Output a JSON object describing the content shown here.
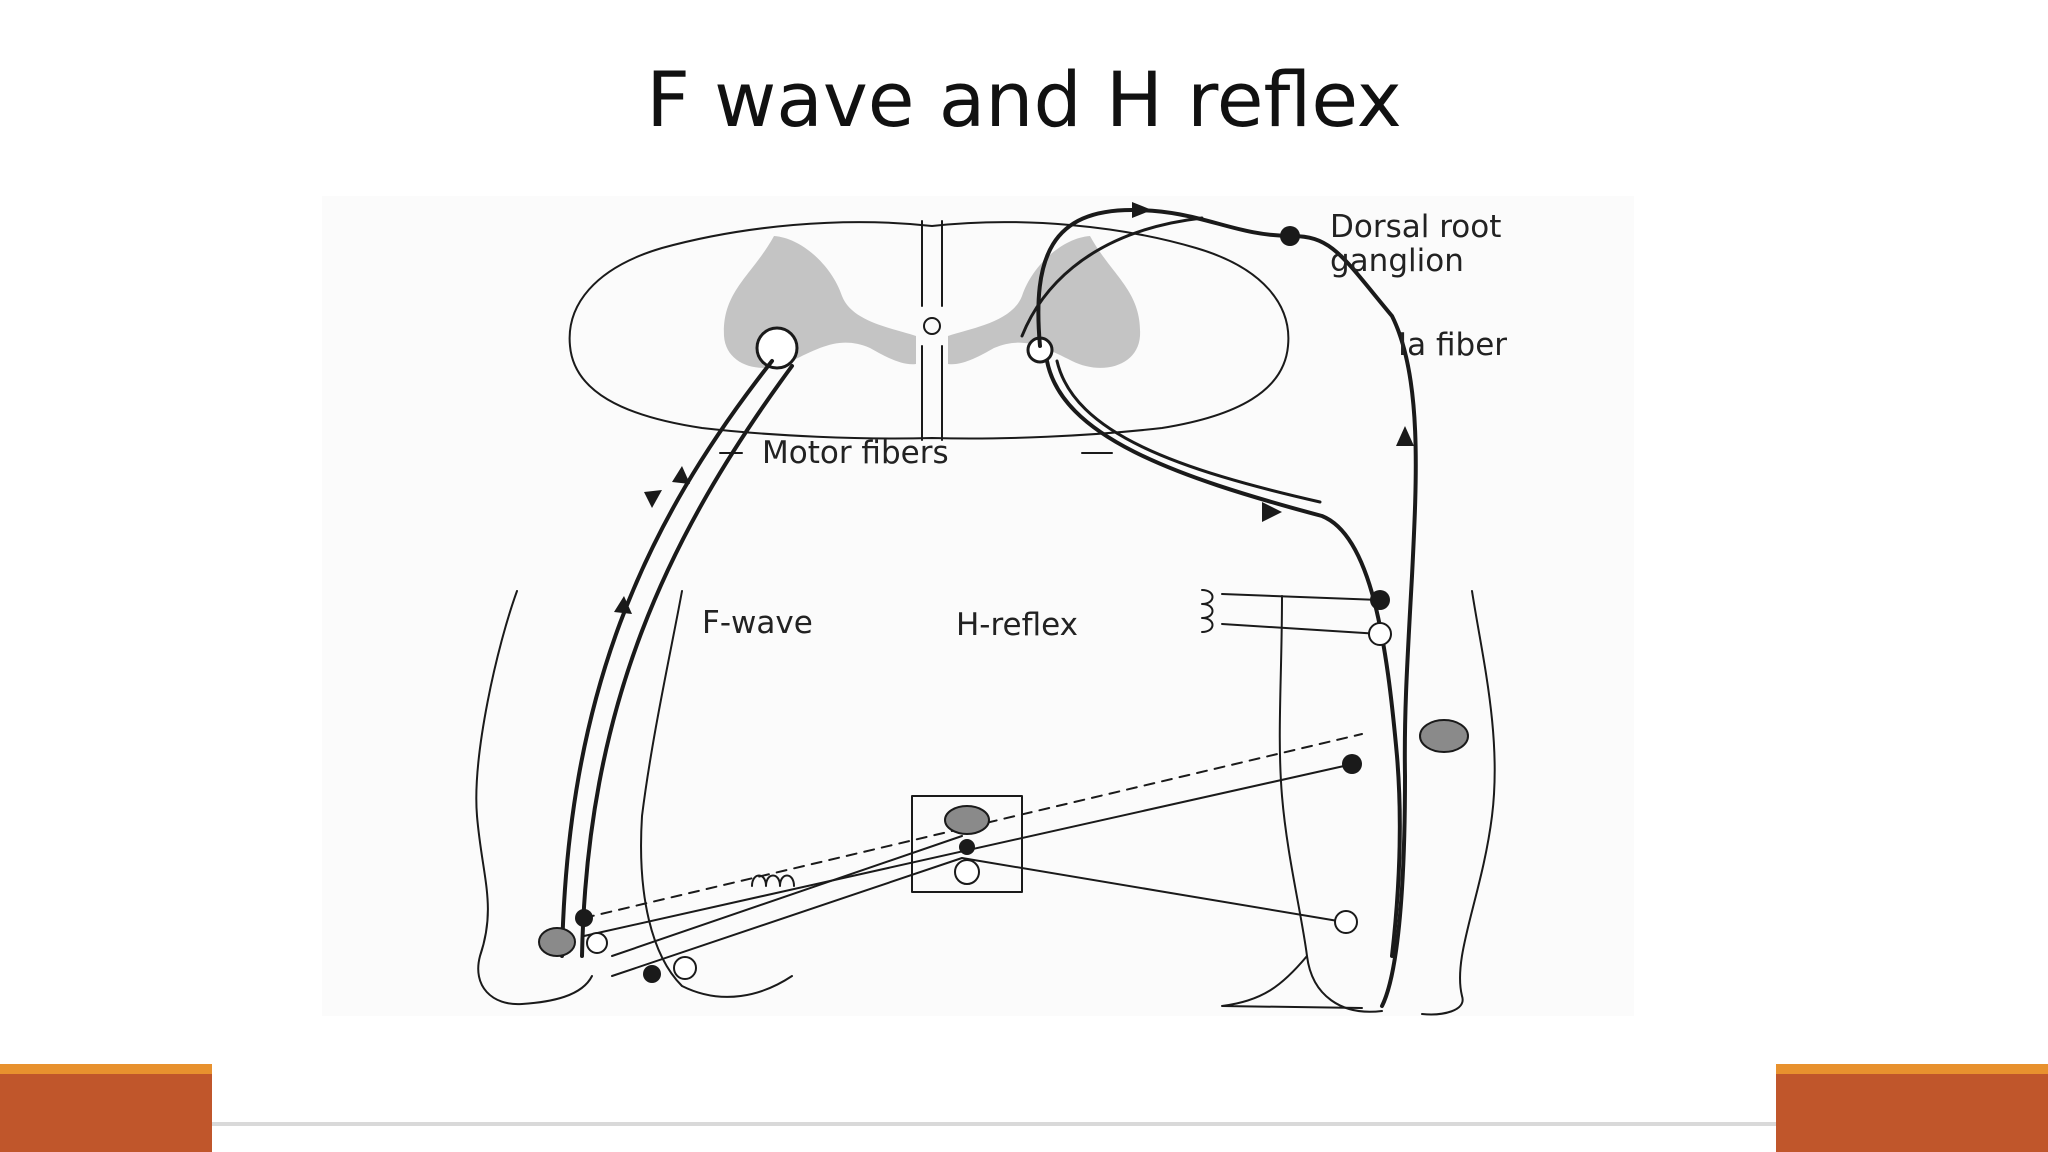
{
  "slide": {
    "title": "F wave and H reflex"
  },
  "diagram": {
    "labels": {
      "dorsal_root_ganglion": "Dorsal root\nganglion",
      "ia_fiber": "Ia fiber",
      "motor_fibers": "Motor fibers",
      "f_wave": "F-wave",
      "h_reflex": "H-reflex"
    }
  },
  "colors": {
    "accent_orange": "#c0562b",
    "accent_orange_edge": "#e8912e",
    "line": "#1a1a1a",
    "gray_matter": "#c4c4c4",
    "muscle_gray": "#8a8a8a"
  }
}
